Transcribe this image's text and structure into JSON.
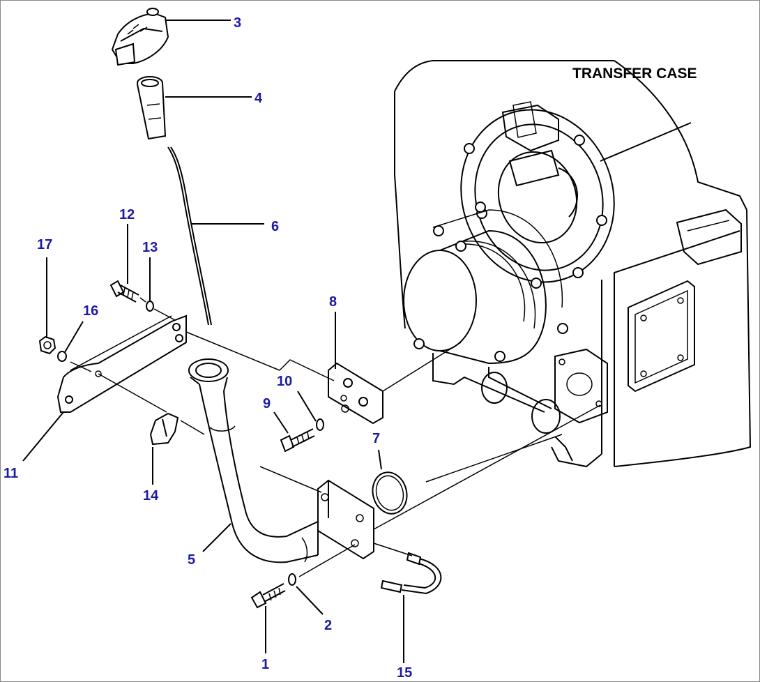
{
  "title": "TRANSFER CASE",
  "callouts": {
    "c1": "1",
    "c2": "2",
    "c3": "3",
    "c4": "4",
    "c5": "5",
    "c6": "6",
    "c7": "7",
    "c8": "8",
    "c9": "9",
    "c10": "10",
    "c11": "11",
    "c12": "12",
    "c13": "13",
    "c14": "14",
    "c15": "15",
    "c16": "16",
    "c17": "17"
  },
  "colors": {
    "callout": "#1a1aa6",
    "line": "#000000",
    "background": "#ffffff"
  }
}
